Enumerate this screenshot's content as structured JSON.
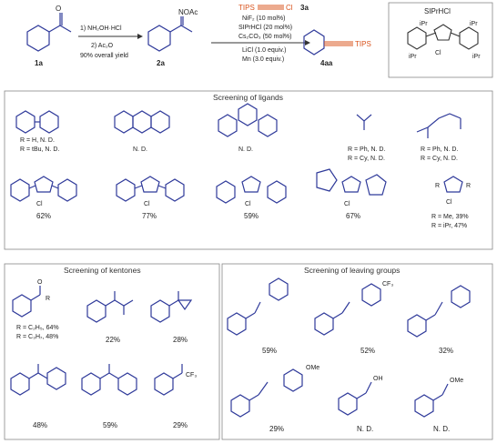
{
  "scheme": {
    "cpd_1a": "1a",
    "cpd_2a": "2a",
    "cpd_4aa": "4aa",
    "step1_line1": "1) NH₂OH·HCl",
    "step1_line2": "2) Ac₂O",
    "step1_yield": "90% overall yield",
    "oac_label": "NOAc",
    "reagent_tips": "TIPS",
    "reagent_cl": "Cl",
    "reagent_3a": "3a",
    "cond1": "NiF₂ (10 mol%)",
    "cond2": "SIPrHCl (20 mol%)",
    "cond3": "Cs₂CO₃ (50 mol%)",
    "cond4": "LiCl (1.0 equiv.)",
    "cond5": "Mn (3.0 equiv.)",
    "product_tips": "TIPS",
    "siprhcl_title": "SIPrHCl",
    "ipr": "iPr",
    "cl": "Cl"
  },
  "ligands": {
    "title": "Screening of ligands",
    "bipy_r1": "R = H, N. D.",
    "bipy_r2": "R = tBu, N. D.",
    "phen_result": "N. D.",
    "terpy_result": "N. D.",
    "pr3_r1": "R = Ph,  N. D.",
    "pr3_r2": "R = Cy,  N. D.",
    "diphos_r1": "R = Ph,  N. D.",
    "diphos_r2": "R = Cy,  N. D.",
    "ipr_yield": "62%",
    "imes_yield": "77%",
    "icy_yield": "59%",
    "iad_yield": "67%",
    "ir_r1": "R = Me, 39%",
    "ir_r2": "R = iPr, 47%"
  },
  "ketones": {
    "title": "Screening of kentones",
    "k1_line1": "R = C₂H₅, 64%",
    "k1_line2": "R = C₃H₇, 48%",
    "k2": "22%",
    "k3": "28%",
    "k4": "48%",
    "k5": "59%",
    "k6": "29%"
  },
  "leaving": {
    "title": "Screening of leaving groups",
    "lg1": "59%",
    "lg2": "52%",
    "lg3": "32%",
    "lg4": "29%",
    "lg5": "N. D.",
    "lg6": "N. D.",
    "cf3": "CF₃",
    "ome": "OMe",
    "oh": "OH"
  },
  "colors": {
    "molecule_blue": "#2f3a9a",
    "accent_orange": "#d9541e",
    "structure_black": "#333333"
  }
}
